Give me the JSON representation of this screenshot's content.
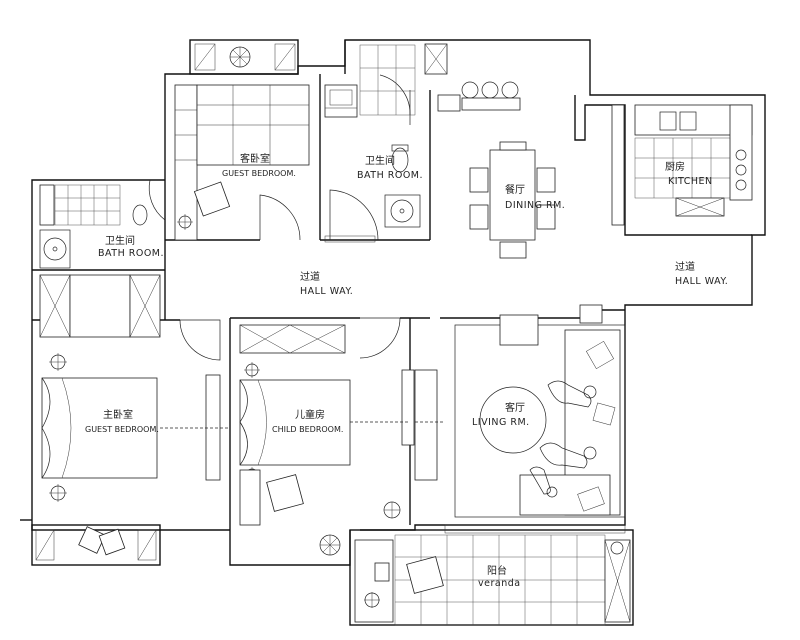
{
  "rooms": {
    "guest_bedroom_top": {
      "cn": "客卧室",
      "en": "GUEST BEDROOM."
    },
    "bath_room_top": {
      "cn": "卫生间",
      "en": "BATH ROOM."
    },
    "bath_room_left": {
      "cn": "卫生间",
      "en": "BATH ROOM."
    },
    "dining": {
      "cn": "餐厅",
      "en": "DINING RM."
    },
    "kitchen": {
      "cn": "厨房",
      "en": "KITCHEN"
    },
    "hall_way_center": {
      "cn": "过道",
      "en": "HALL WAY."
    },
    "hall_way_right": {
      "cn": "过道",
      "en": "HALL WAY."
    },
    "master_bedroom": {
      "cn": "主卧室",
      "en": "GUEST BEDROOM."
    },
    "child_bedroom": {
      "cn": "儿童房",
      "en": "CHILD BEDROOM."
    },
    "living": {
      "cn": "客厅",
      "en": "LIVING RM."
    },
    "veranda": {
      "cn": "阳台",
      "en": "veranda"
    }
  },
  "icons": [
    "door-swing-icon",
    "bed-icon",
    "sofa-icon",
    "dining-table-icon",
    "toilet-icon",
    "sink-icon",
    "stove-icon",
    "plant-icon",
    "lamp-icon",
    "armchair-icon",
    "tv-cabinet-icon",
    "wardrobe-icon"
  ]
}
